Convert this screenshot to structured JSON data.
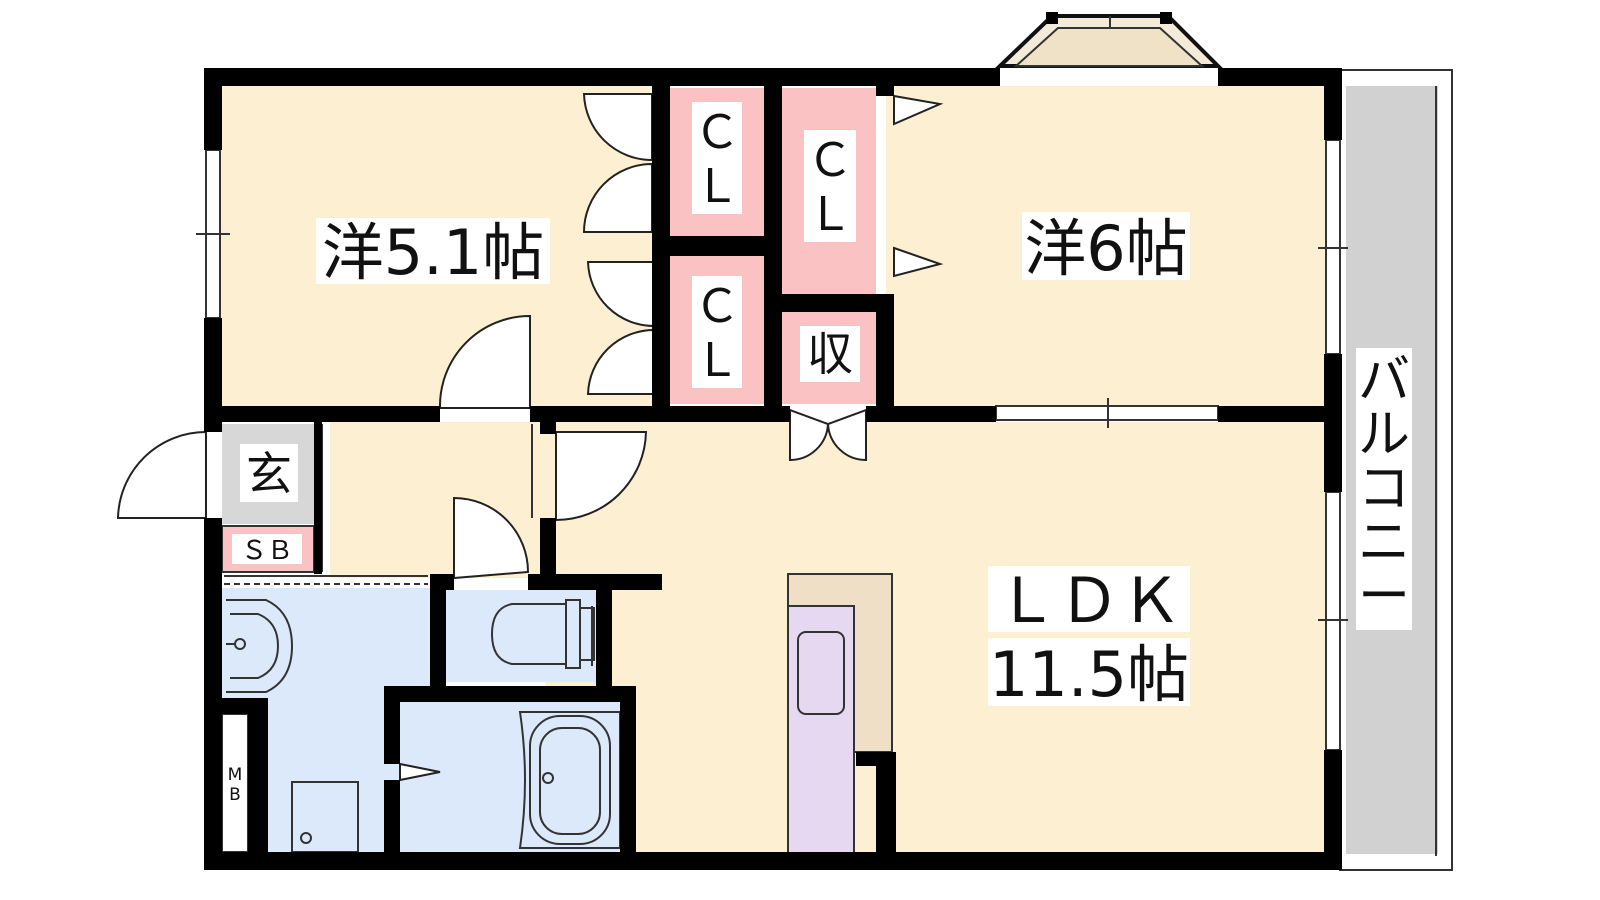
{
  "rooms": {
    "western_1": "洋5.1帖",
    "western_2": "洋6帖",
    "ldk_label": "ＬＤＫ",
    "ldk_size": "11.5帖",
    "closet_1": [
      "Ｃ",
      "Ｌ"
    ],
    "closet_2": [
      "Ｃ",
      "Ｌ"
    ],
    "closet_3": [
      "Ｃ",
      "Ｌ"
    ],
    "storage": "収",
    "entrance": "玄",
    "shoe_box": "ＳＢ",
    "meter_box": [
      "M",
      "B"
    ],
    "balcony": [
      "バ",
      "ル",
      "コ",
      "ニ",
      "ー"
    ]
  },
  "colors": {
    "room_floor": "#fdf0d2",
    "entrance_floor": "#d7d7d7",
    "closet": "#fbc2c4",
    "wet_area": "#dbe9fb",
    "balcony": "#d1d1d1",
    "kitchen_counter": "#eedfc6",
    "kitchen_sink": "#e6d8f1",
    "wall": "#000000"
  }
}
